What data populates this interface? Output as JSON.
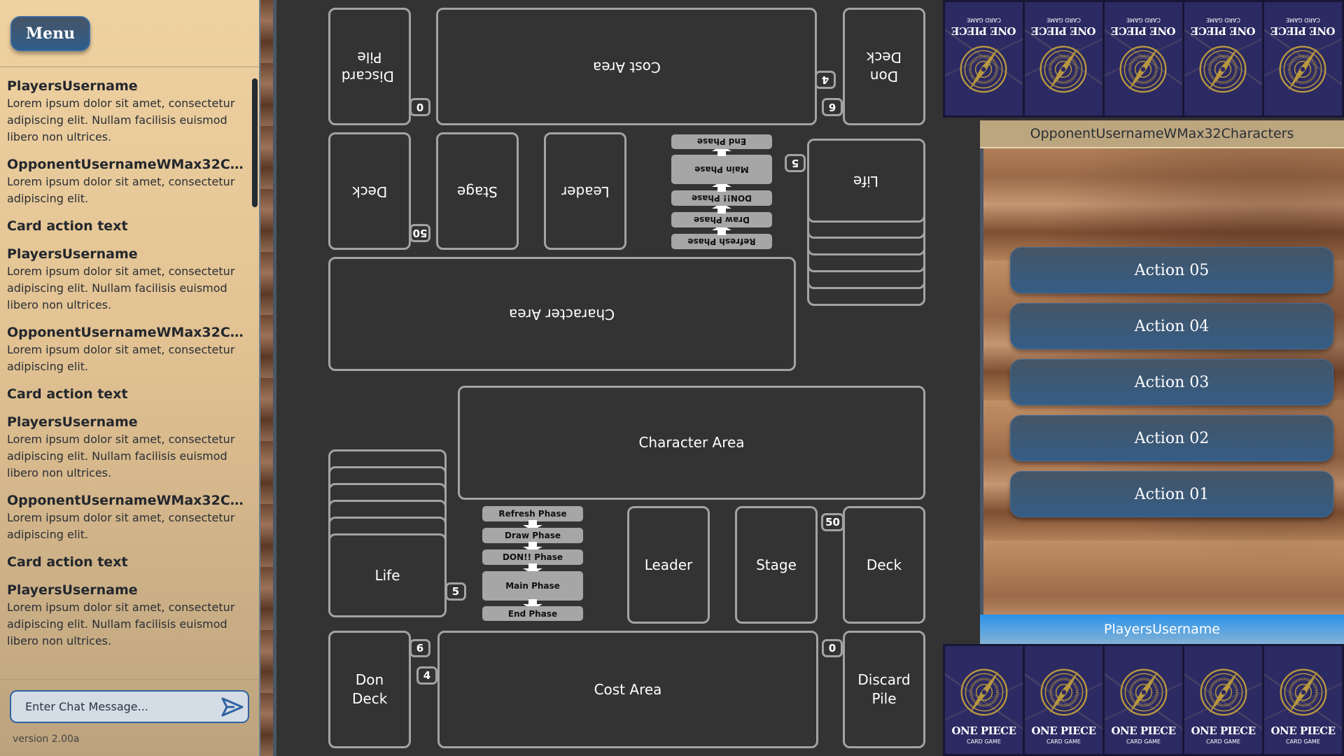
{
  "chat": {
    "menu_label": "Menu",
    "messages": [
      {
        "type": "message",
        "user": "PlayersUsername",
        "text": "Lorem ipsum dolor sit amet, consectetur adipiscing elit. Nullam facilisis euismod libero non ultrices."
      },
      {
        "type": "message",
        "user": "OpponentUsernameWMax32Cha...",
        "text": "Lorem ipsum dolor sit amet, consectetur adipiscing elit."
      },
      {
        "type": "action",
        "text": "Card action text"
      },
      {
        "type": "message",
        "user": "PlayersUsername",
        "text": "Lorem ipsum dolor sit amet, consectetur adipiscing elit. Nullam facilisis euismod libero non ultrices."
      },
      {
        "type": "message",
        "user": "OpponentUsernameWMax32Cha...",
        "text": "Lorem ipsum dolor sit amet, consectetur adipiscing elit."
      },
      {
        "type": "action",
        "text": "Card action text"
      },
      {
        "type": "message",
        "user": "PlayersUsername",
        "text": "Lorem ipsum dolor sit amet, consectetur adipiscing elit. Nullam facilisis euismod libero non ultrices."
      },
      {
        "type": "message",
        "user": "OpponentUsernameWMax32Cha...",
        "text": "Lorem ipsum dolor sit amet, consectetur adipiscing elit."
      },
      {
        "type": "action",
        "text": "Card action text"
      },
      {
        "type": "message",
        "user": "PlayersUsername",
        "text": "Lorem ipsum dolor sit amet, consectetur adipiscing elit. Nullam facilisis euismod libero non ultrices."
      }
    ],
    "input_placeholder": "Enter Chat Message...",
    "input_value": "",
    "send_icon": "send-icon",
    "version": "version 2.00a"
  },
  "opponent_board": {
    "discard_pile": "Discard Pile",
    "discard_count": "0",
    "cost_area": "Cost Area",
    "cost_count": "4",
    "don_deck": "Don Deck",
    "don_count": "6",
    "deck": "Deck",
    "deck_count": "50",
    "stage": "Stage",
    "leader": "Leader",
    "life": "Life",
    "life_count": "5",
    "character_area": "Character Area",
    "phases": [
      "Refresh Phase",
      "Draw Phase",
      "DON!! Phase",
      "Main Phase",
      "End Phase"
    ]
  },
  "player_board": {
    "character_area": "Character Area",
    "life": "Life",
    "life_count": "5",
    "leader": "Leader",
    "stage": "Stage",
    "deck": "Deck",
    "deck_count": "50",
    "don_deck": "Don Deck",
    "don_count": "6",
    "cost_area": "Cost Area",
    "cost_count": "4",
    "discard_pile": "Discard Pile",
    "discard_count": "0",
    "phases": [
      "Refresh Phase",
      "Draw Phase",
      "DON!! Phase",
      "Main Phase",
      "End Phase"
    ]
  },
  "right_panel": {
    "opponent_name": "OpponentUsernameWMax32Characters",
    "player_name": "PlayersUsername",
    "card_back": {
      "title": "ONE PIECE",
      "subtitle": "CARD GAME"
    },
    "opponent_hand_count": 5,
    "player_hand_count": 5,
    "actions": [
      "Action 05",
      "Action 04",
      "Action 03",
      "Action 02",
      "Action 01"
    ]
  },
  "colors": {
    "board_bg": "#333333",
    "zone_border": "#a3a3a3",
    "action_button": "#355d85",
    "player_bar": "#2b93ea",
    "card_back": "#2c2a62",
    "card_gold": "#b8983f"
  }
}
